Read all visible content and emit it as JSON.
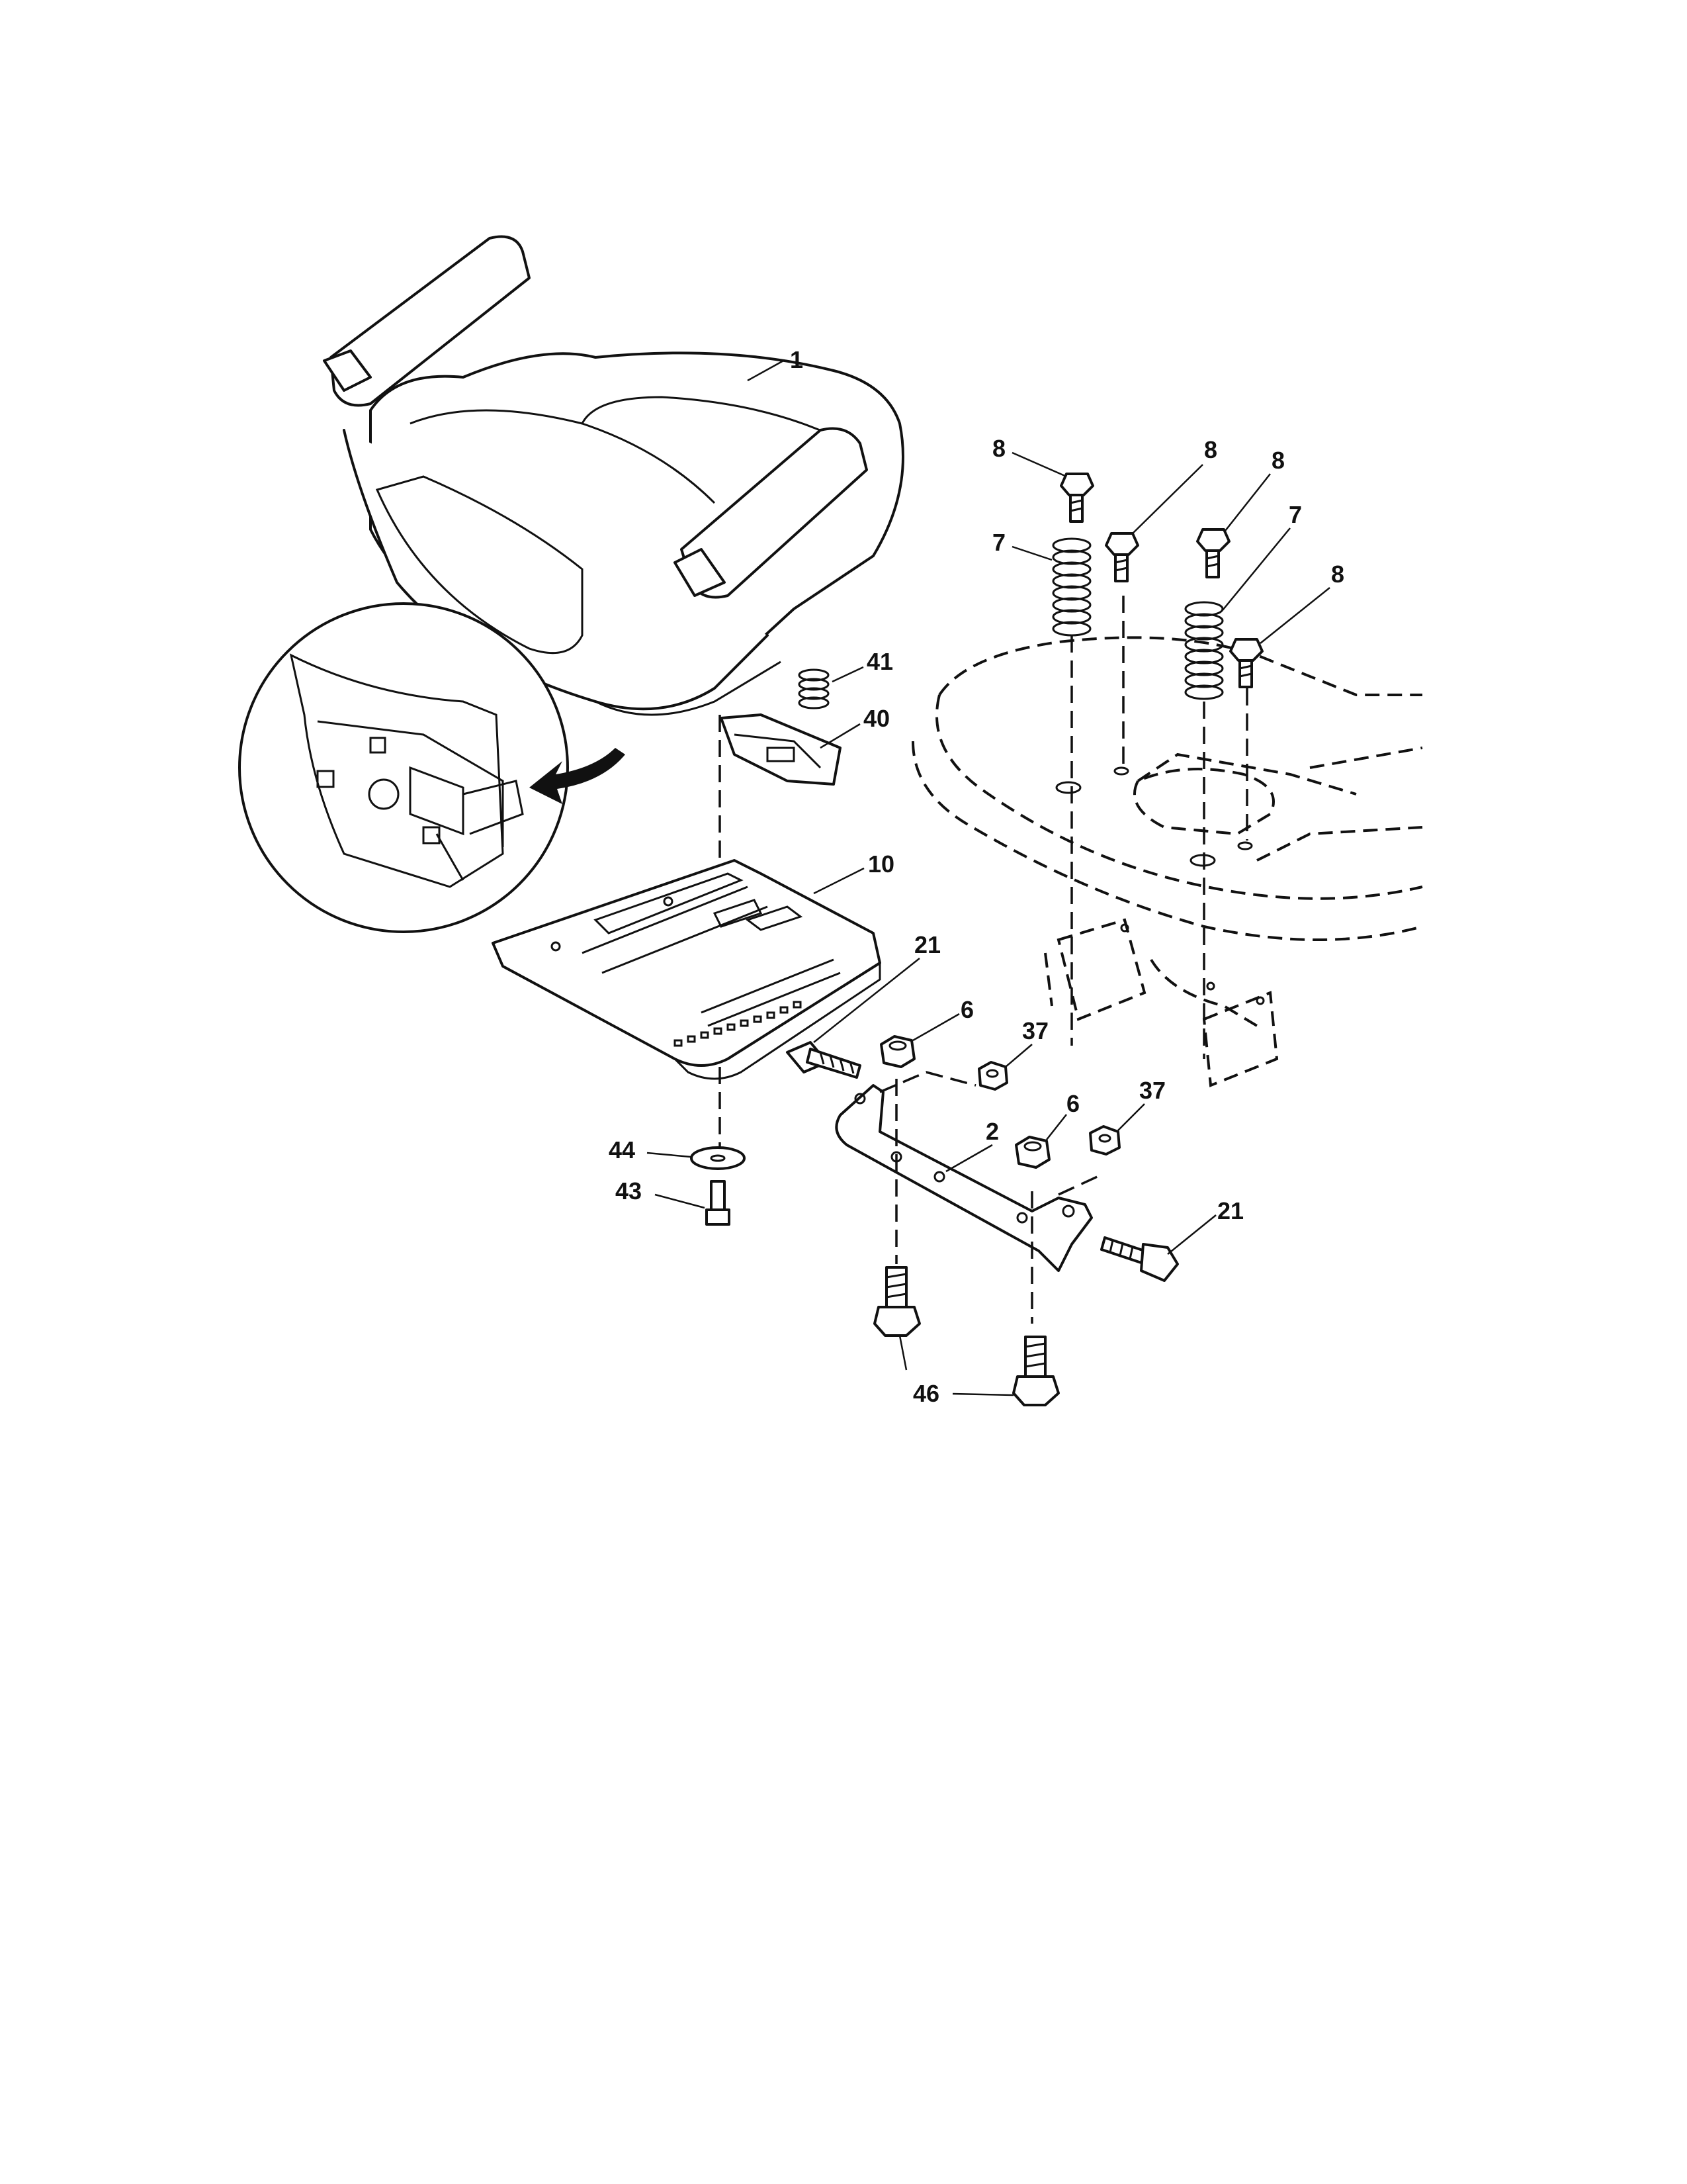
{
  "diagram": {
    "callouts": {
      "seat": "1",
      "bracket": "2",
      "locknut_a": "6",
      "locknut_b": "6",
      "spring_left": "7",
      "spring_right": "7",
      "bolt_a": "8",
      "bolt_b": "8",
      "bolt_c": "8",
      "bolt_d": "8",
      "seat_pan": "10",
      "shoulder_bolt_left": "21",
      "shoulder_bolt_right": "21",
      "nut_a": "37",
      "nut_b": "37",
      "switch_plate": "40",
      "switch_spring": "41",
      "screw": "43",
      "washer": "44",
      "bolt_bottom": "46"
    }
  }
}
